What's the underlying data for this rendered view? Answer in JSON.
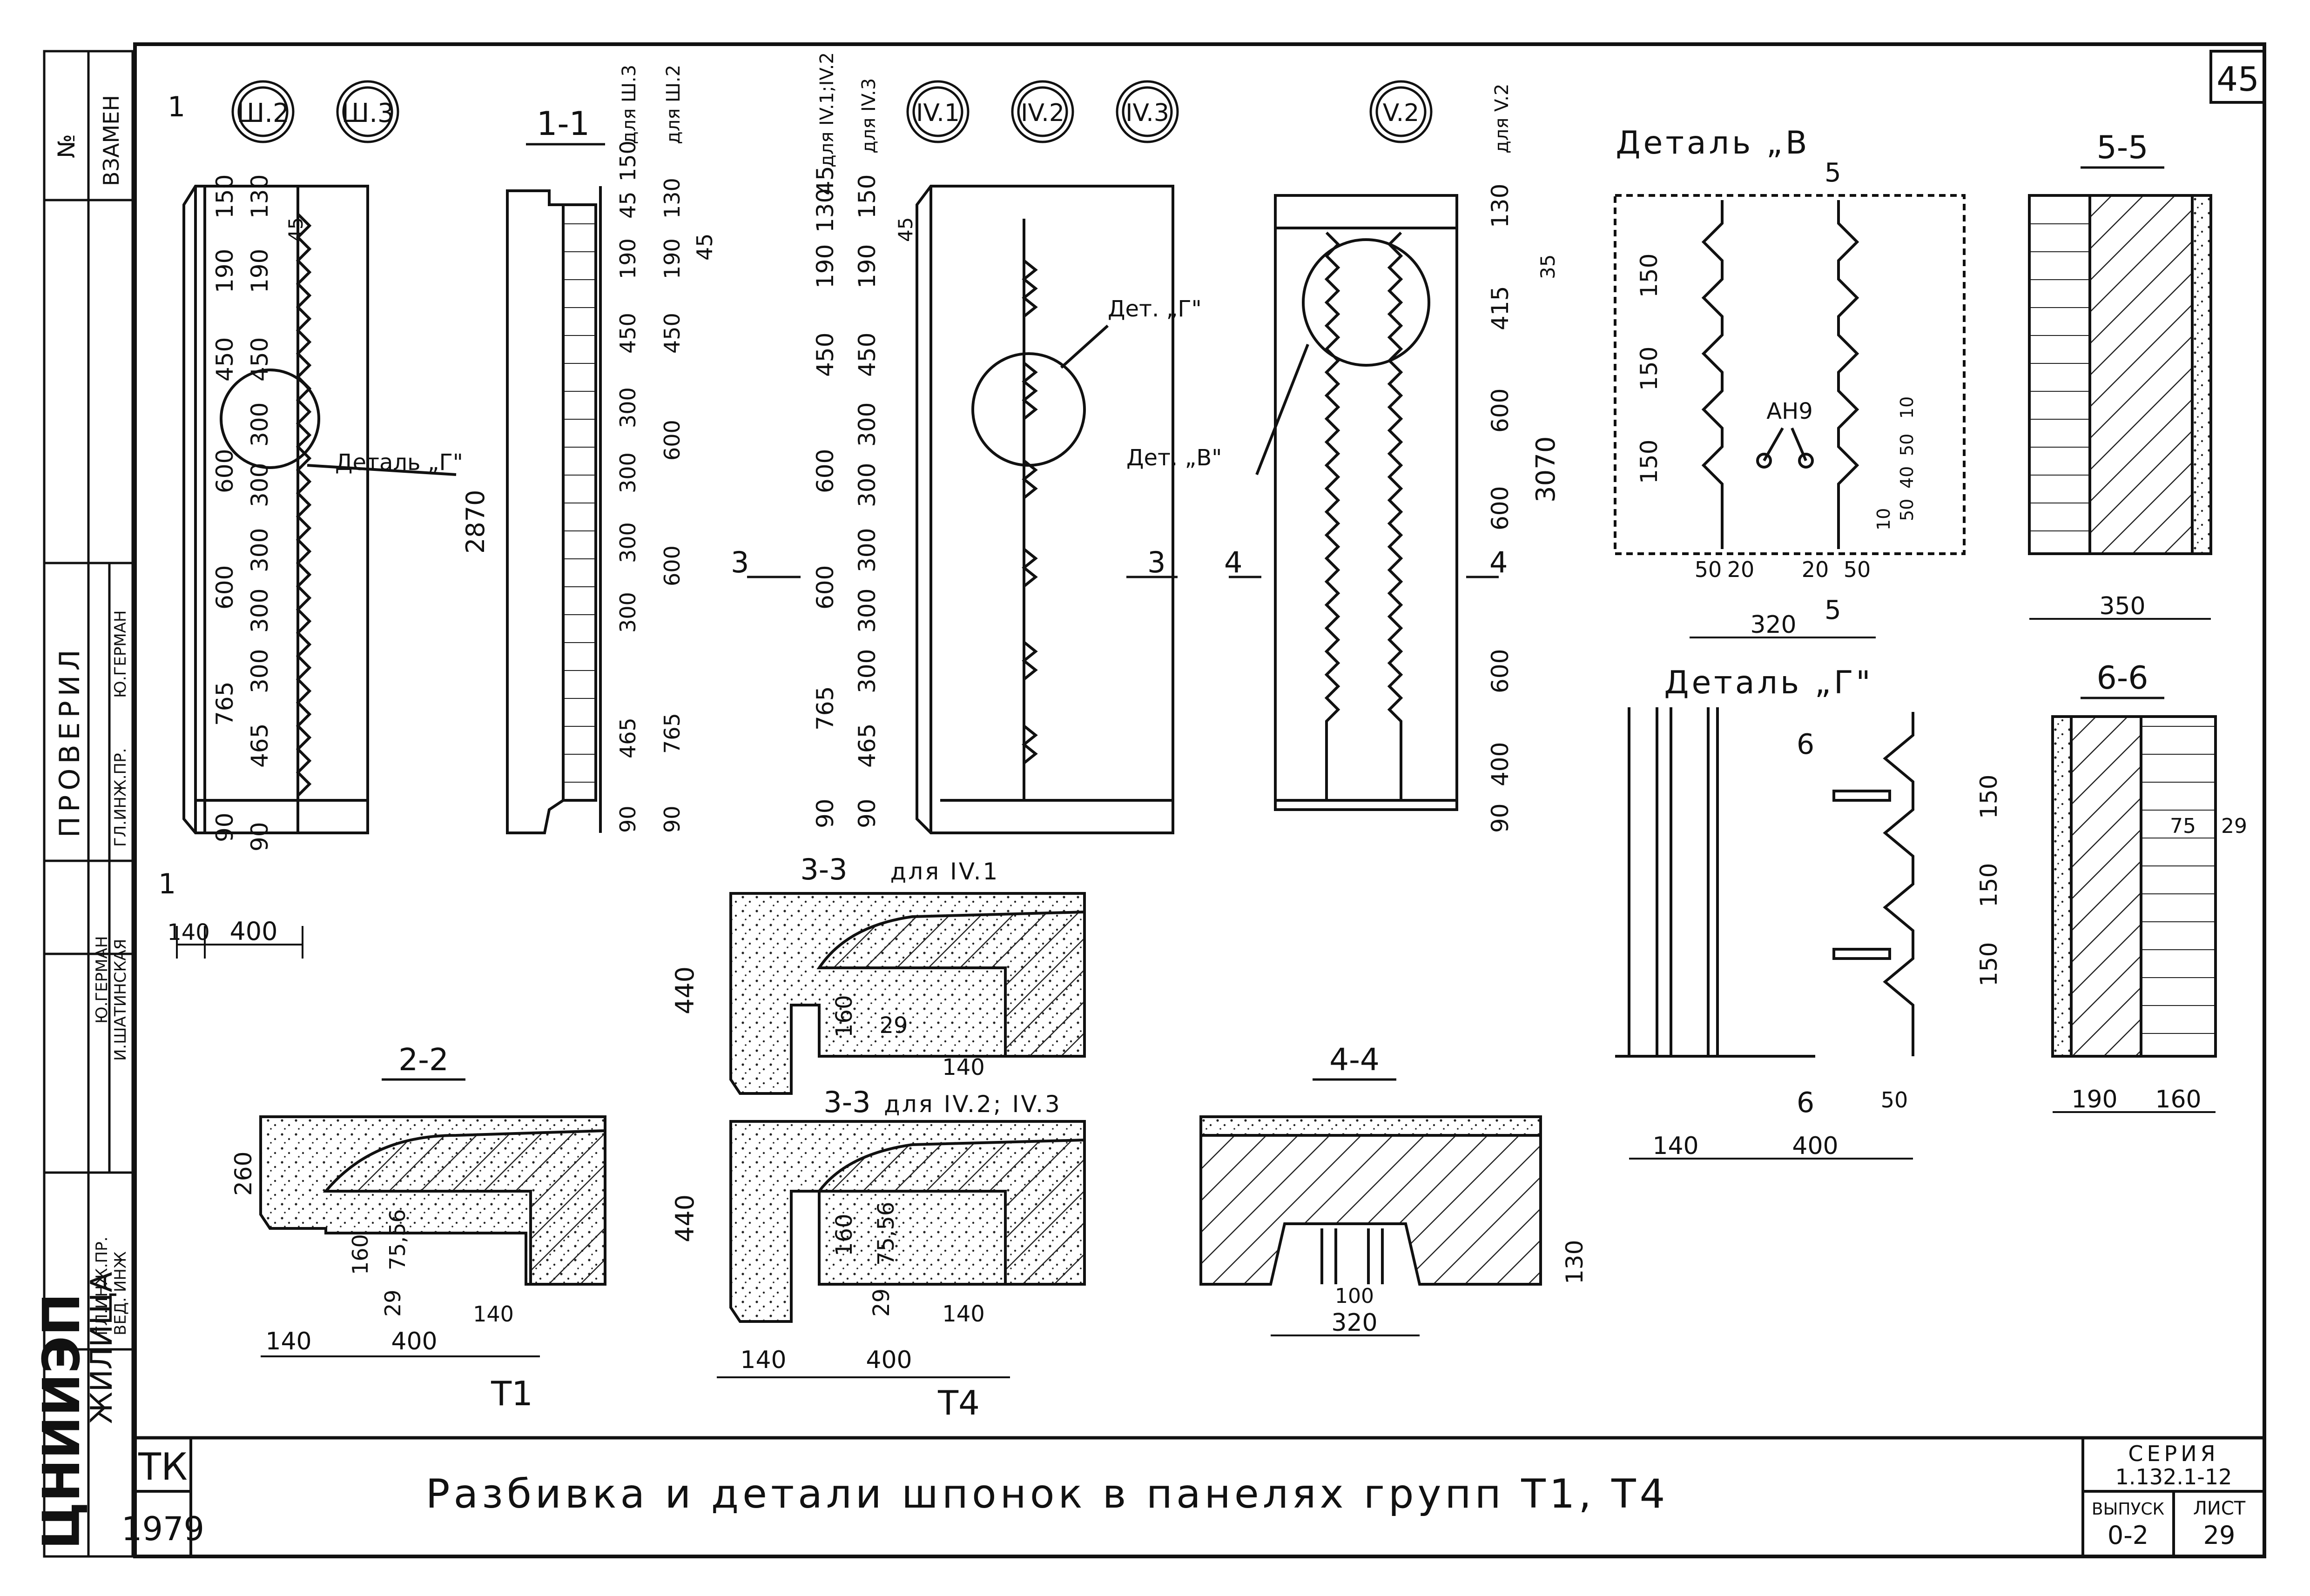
{
  "sheet": {
    "page_number": "45",
    "title": "Разбивка и детали шпонок в панелях групп Т1, Т4",
    "series_label": "СЕРИЯ",
    "series_value": "1.132.1-12",
    "issue_label": "ВЫПУСК",
    "issue_value": "0-2",
    "sheet_label": "ЛИСТ",
    "sheet_value": "29",
    "org_code": "ТК",
    "year": "1979",
    "institute": "ЦНИИЭП",
    "institute_dept": "ЖИЛИЩА"
  },
  "side_stamp": {
    "inv_label": "№",
    "replace_label": "ВЗАМЕН",
    "checked_label": "ПРОВЕРИЛ",
    "role_chief_eng": "ГЛ.ИНЖ.ПР.",
    "role_lead_eng": "ВЕД. ИНЖ",
    "name_german": "Ю.ГЕРМАН",
    "name_shatinskaya": "И.ШАТИНСКАЯ"
  },
  "panels": {
    "elevation_3": {
      "marks": [
        "Ш.2",
        "Ш.3"
      ],
      "section_tag": "1",
      "dims_outer": [
        "150",
        "190",
        "450",
        "600",
        "600",
        "765",
        "90"
      ],
      "dims_inner": [
        "130",
        "190",
        "450",
        "300",
        "300",
        "300",
        "300",
        "300",
        "465",
        "90"
      ],
      "dim_45": "45",
      "detail_callout": "Деталь „Г\"",
      "width_dims": [
        "140",
        "400"
      ]
    },
    "section_1_1": {
      "title": "1-1",
      "col_a_label": "для Ш.3",
      "col_b_label": "для Ш.2",
      "height": "2870",
      "col_a": [
        "150",
        "45",
        "190",
        "450",
        "300",
        "300",
        "300",
        "300",
        "465",
        "90"
      ],
      "col_b": [
        "130",
        "45",
        "190",
        "450",
        "600",
        "600",
        "765",
        "90"
      ]
    },
    "elevation_4": {
      "marks": [
        "IV.1",
        "IV.2",
        "IV.3"
      ],
      "col_a_label": "для IV.1;IV.2",
      "col_b_label": "для IV.3",
      "col_a": [
        "45",
        "130",
        "190",
        "450",
        "600",
        "600",
        "765",
        "90"
      ],
      "col_b": [
        "150",
        "190",
        "450",
        "300",
        "300",
        "300",
        "300",
        "300",
        "465",
        "90"
      ],
      "dim_45": "45",
      "detail_callout": "Дет. „Г\"",
      "section_tag": "3"
    },
    "elevation_5": {
      "marks": [
        "V.2"
      ],
      "col_label": "для V.2",
      "dims": [
        "130",
        "415",
        "600",
        "600",
        "600",
        "400",
        "90"
      ],
      "height": "3070",
      "dim_35": "35",
      "detail_callout": "Дет. „В\"",
      "section_tag": "4"
    }
  },
  "details": {
    "detail_v": {
      "title": "Деталь „В",
      "section_tag": "5",
      "rebar_label": "АН9",
      "pitch": [
        "150",
        "150",
        "150"
      ],
      "right_dims": [
        "10",
        "50",
        "40",
        "50",
        "10"
      ],
      "bottom_dims": [
        "50",
        "20",
        "20",
        "50"
      ],
      "width": "320"
    },
    "detail_g": {
      "title": "Деталь „Г\"",
      "section_tag": "6",
      "pitch": [
        "150",
        "150",
        "150"
      ],
      "bottom_dims": [
        "140",
        "400"
      ],
      "key_depth": "50"
    },
    "section_5_5": {
      "title": "5-5",
      "width": "350"
    },
    "section_6_6": {
      "title": "6-6",
      "dims": [
        "190",
        "160"
      ],
      "spacing": "75",
      "depth": "29"
    }
  },
  "sections": {
    "s3_3_a": {
      "title": "3-3",
      "caption": "для IV.1",
      "height": "440",
      "dims": [
        "160",
        "29",
        "140"
      ]
    },
    "s3_3_b": {
      "title": "3-3",
      "caption": "для IV.2; IV.3",
      "height": "440",
      "dims": [
        "160",
        "75,56",
        "29",
        "140"
      ],
      "bottom_dims": [
        "140",
        "400"
      ],
      "group_label": "Т4"
    },
    "s2_2": {
      "title": "2-2",
      "height": "260",
      "dims": [
        "160",
        "75,56",
        "29",
        "140"
      ],
      "bottom_dims": [
        "140",
        "400"
      ],
      "group_label": "Т1"
    },
    "s4_4": {
      "title": "4-4",
      "dims": [
        "100",
        "320"
      ],
      "height": "130"
    }
  }
}
